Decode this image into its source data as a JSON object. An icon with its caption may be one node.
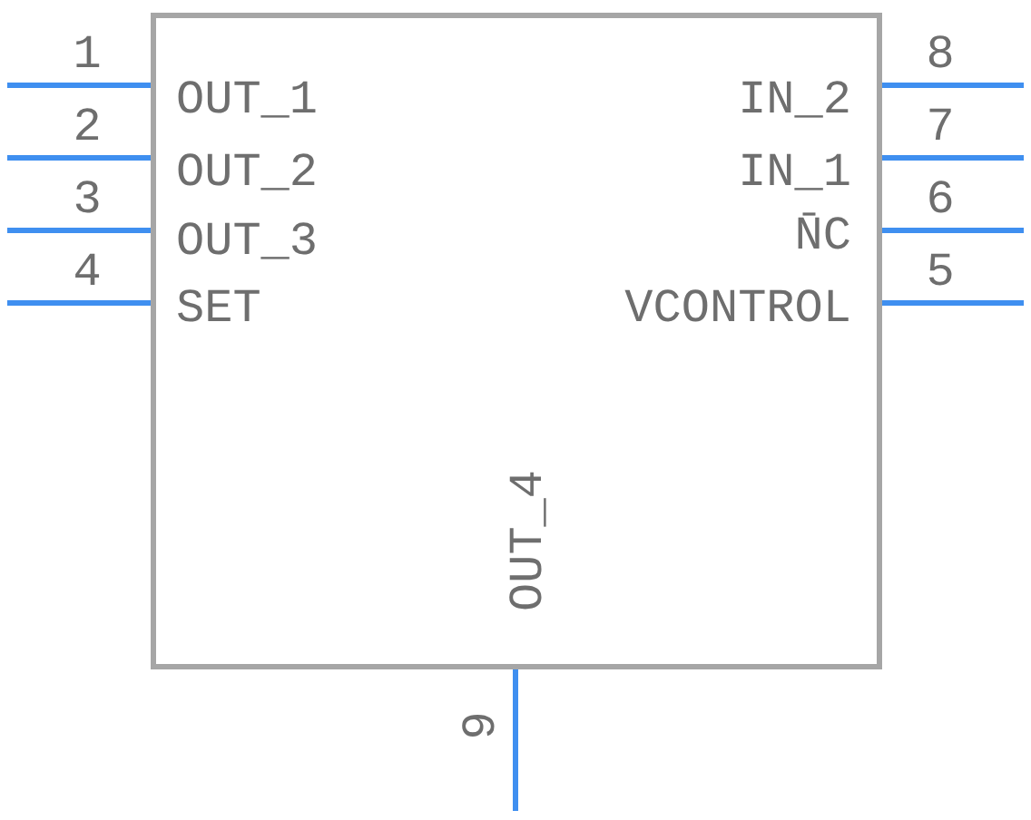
{
  "diagram": {
    "nodes": [
      {
        "text": [],
        "shape": "box"
      }
    ],
    "labels": [
      "1",
      "OUT_1",
      "IN_2",
      "8",
      "2",
      "OUT_2",
      "IN_1",
      "7",
      "3",
      "OUT_3",
      "N̄C",
      "6",
      "4",
      "SET",
      "VCONTROL",
      "5",
      "OUT_4",
      "9"
    ]
  }
}
